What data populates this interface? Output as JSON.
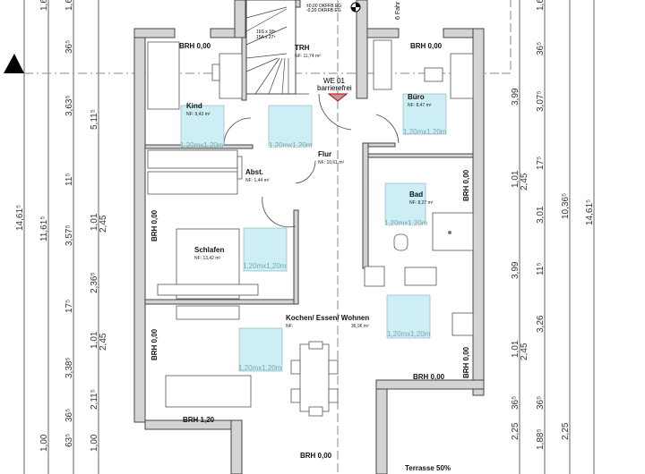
{
  "plan": {
    "unit": "WE 01",
    "unit_note": "barrierefrei",
    "level_1": "±0,00 OKFFB EG",
    "level_2": "-0,20 OKRFB EG",
    "stair_1": "16S x 18⁵",
    "stair_2": "15A x 27⁵",
    "elevator_label": "6 Fahr",
    "turning_circle": "1,20mx1,20m",
    "terrace": "Terrasse 50%"
  },
  "rooms": [
    {
      "name": "TRH",
      "nf": "NF: 11,74 m²"
    },
    {
      "name": "Kind",
      "nf": "NF: 9,43 m²"
    },
    {
      "name": "Büro",
      "nf": "NF: 8,47 m²"
    },
    {
      "name": "Flur",
      "nf": "NF: 10,61 m²"
    },
    {
      "name": "Abst.",
      "nf": "NF: 1,44 m²"
    },
    {
      "name": "Bad",
      "nf": "NF: 8,27 m²"
    },
    {
      "name": "Schlafen",
      "nf": "NF: 13,42 m²"
    },
    {
      "name": "Kochen/ Essen/ Wohnen",
      "nf": "NF:",
      "nf_value": "36,96 m²"
    }
  ],
  "brh": [
    "BRH 0,00",
    "BRH 0,00",
    "BRH 0,00",
    "BRH 0,00",
    "BRH 0,00",
    "BRH 0,00",
    "BRH 0,00",
    "BRH 1,20",
    "BRH 0,00"
  ],
  "dims_left": {
    "col1": [
      "14,61⁵"
    ],
    "col2": [
      "1,63",
      "11,61⁵",
      "1,00"
    ],
    "col3": [
      "1,63",
      "36⁵",
      "3,63⁵",
      "11⁵",
      "3,57⁵",
      "17⁵",
      "3,38⁵",
      "36⁵",
      "63⁵"
    ],
    "col4": [
      "5,11⁵",
      "1,01",
      "2,45",
      "2,36⁵",
      "1,01",
      "2,45",
      "2,11⁵",
      "1,00"
    ]
  },
  "dims_right": {
    "col1": [
      "3,99",
      "1,01",
      "2,45",
      "3,99",
      "1,01",
      "2,45",
      "36⁵",
      "2,25"
    ],
    "col2": [
      "1,63",
      "36⁵",
      "3,07⁵",
      "17⁵",
      "3,01",
      "11⁵",
      "3,26",
      "36⁵",
      "1,88⁵"
    ],
    "col3": [
      "10,36⁵",
      "2,25"
    ],
    "col4": [
      "14,61⁵"
    ]
  }
}
